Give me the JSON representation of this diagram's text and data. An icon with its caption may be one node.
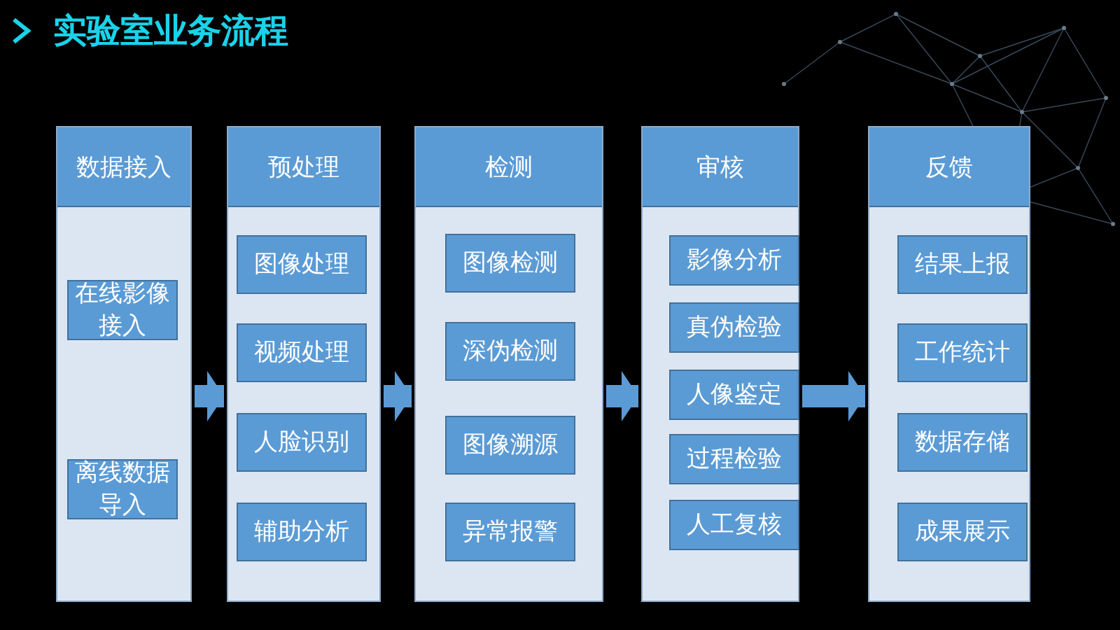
{
  "diagram": {
    "title": "实验室业务流程",
    "nodes": [
      {
        "text": [
          "数据接入"
        ]
      },
      {
        "text": [
          "在线影像接入"
        ],
        "in": 0
      },
      {
        "text": [
          "离线数据导入"
        ],
        "in": 0
      },
      {
        "text": [
          "预处理"
        ]
      },
      {
        "text": [
          "图像处理"
        ],
        "in": 3
      },
      {
        "text": [
          "视频处理"
        ],
        "in": 3
      },
      {
        "text": [
          "人脸识别"
        ],
        "in": 3
      },
      {
        "text": [
          "辅助分析"
        ],
        "in": 3
      },
      {
        "text": [
          "检测"
        ]
      },
      {
        "text": [
          "图像检测"
        ],
        "in": 8
      },
      {
        "text": [
          "深伪检测"
        ],
        "in": 8
      },
      {
        "text": [
          "图像溯源"
        ],
        "in": 8
      },
      {
        "text": [
          "异常报警"
        ],
        "in": 8
      },
      {
        "text": [
          "审核"
        ]
      },
      {
        "text": [
          "影像分析"
        ],
        "in": 13
      },
      {
        "text": [
          "真伪检验"
        ],
        "in": 13
      },
      {
        "text": [
          "人像鉴定"
        ],
        "in": 13
      },
      {
        "text": [
          "过程检验"
        ],
        "in": 13
      },
      {
        "text": [
          "人工复核"
        ],
        "in": 13
      },
      {
        "text": [
          "反馈"
        ]
      },
      {
        "text": [
          "结果上报"
        ],
        "in": 19
      },
      {
        "text": [
          "工作统计"
        ],
        "in": 19
      },
      {
        "text": [
          "数据存储"
        ],
        "in": 19
      },
      {
        "text": [
          "成果展示"
        ],
        "in": 19
      }
    ],
    "edges": [
      {
        "from": 0,
        "to": 3,
        "arrow": "to"
      },
      {
        "from": 3,
        "to": 8,
        "arrow": "to"
      },
      {
        "from": 8,
        "to": 13,
        "arrow": "to"
      },
      {
        "from": 13,
        "to": 19,
        "arrow": "to"
      }
    ]
  }
}
